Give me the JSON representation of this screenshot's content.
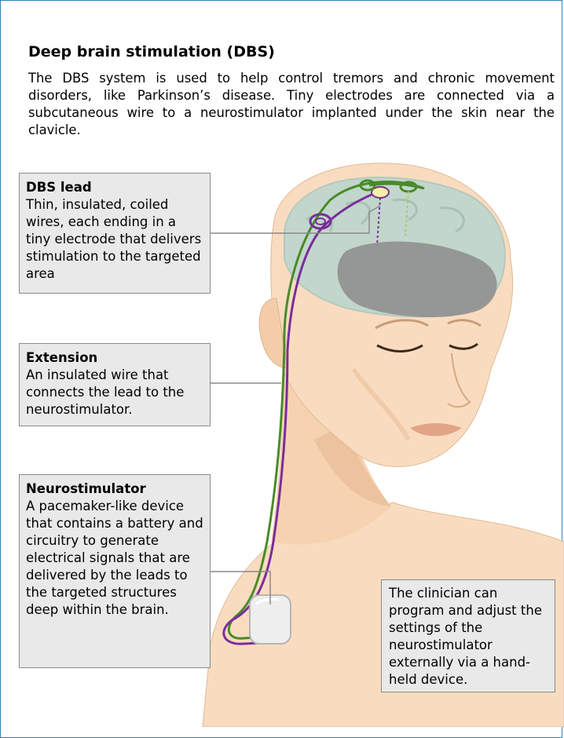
{
  "title": "Deep brain stimulation (DBS)",
  "intro": "The DBS system is used to help control tremors and chronic movement disorders, like Parkinson’s disease. Tiny electrodes are connected via a subcutaneous wire to a neurostimulator implanted under the skin near the clavicle.",
  "callouts": {
    "lead": {
      "title": "DBS lead",
      "text": "Thin, insulated, coiled wires, each ending in a tiny electrode that delivers stimulation to the targeted area"
    },
    "extension": {
      "title": "Extension",
      "text": "An insulated wire that connects the lead to the neurostimulator."
    },
    "neurostimulator": {
      "title": "Neurostimulator",
      "text": "A pacemaker-like device that contains a battery and circuitry to generate electrical signals that are delivered by the leads to the targeted structures deep within the brain."
    },
    "clinician": {
      "text": "The clinician can program and adjust the settings of the neurostimulator externally via a hand-held device."
    }
  },
  "colors": {
    "skin": "#f9dcc0",
    "skin_shadow": "#e8bf9c",
    "brain": "#c2d6cc",
    "brain_dark": "#8c8c8c",
    "lead_green": "#4a8a2a",
    "extension_purple": "#7a2e9a",
    "electrode_yellow": "#f6f1a0",
    "callout_fill": "#e9e9e9",
    "border_blue": "#2e86c1"
  }
}
